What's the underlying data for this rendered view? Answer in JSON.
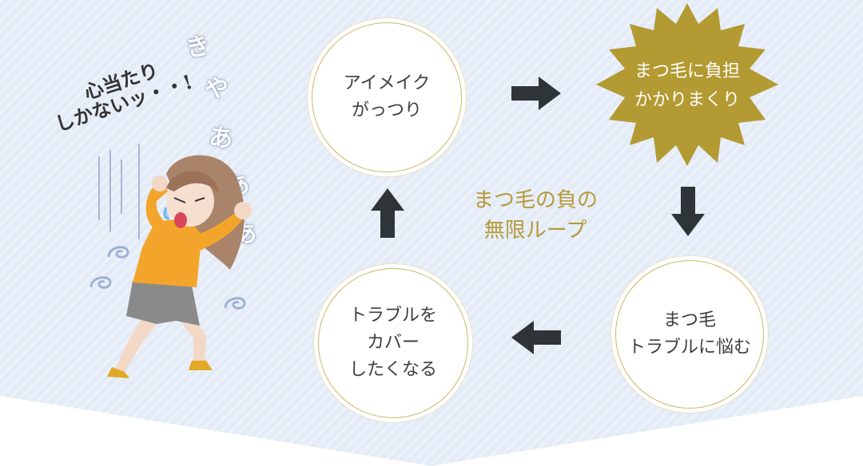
{
  "cycle": {
    "step1": [
      "アイメイク",
      "がっつり"
    ],
    "step2": [
      "まつ毛に負担",
      "かかりまくり"
    ],
    "step3": [
      "まつ毛",
      "トラブルに悩む"
    ],
    "step4": [
      "トラブルを",
      "カバー",
      "したくなる"
    ],
    "center": [
      "まつ毛の負の",
      "無限ループ"
    ]
  },
  "character": {
    "speech_line1": "心当たり",
    "speech_line2": "しかないッ・・!",
    "scream": [
      "き",
      "や",
      "あ",
      "あ",
      "あ"
    ]
  },
  "colors": {
    "background": "#e3ebf7",
    "circle_border": "#c9b86a",
    "burst": "#b39a32",
    "accent_text": "#b59a3a",
    "arrow": "#2f3438"
  }
}
